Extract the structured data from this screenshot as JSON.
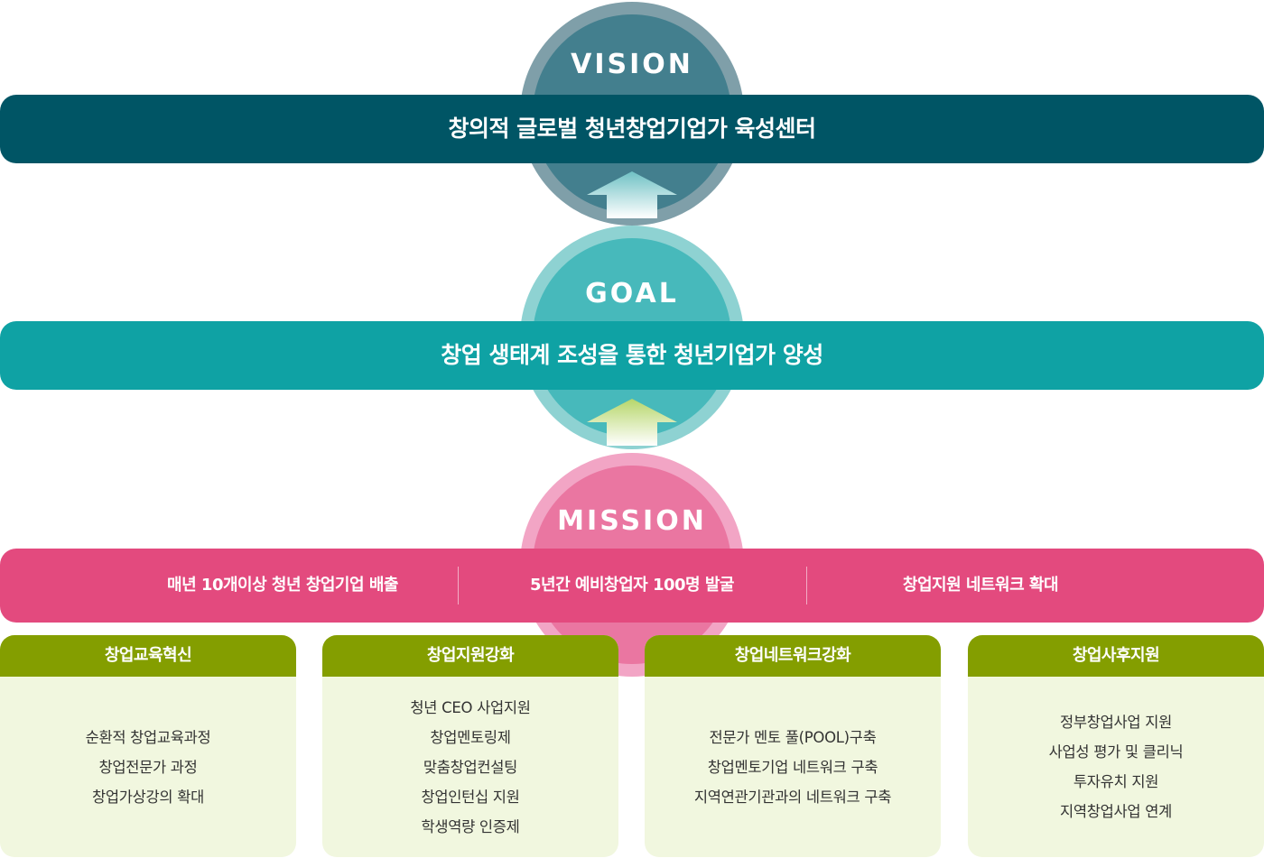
{
  "vision": {
    "label": "VISION",
    "title": "창의적 글로벌 청년창업기업가 육성센터",
    "colors": {
      "outer": "#7f9fa9",
      "inner": "#437f8e",
      "band": "#005565"
    }
  },
  "goal": {
    "label": "GOAL",
    "title": "창업 생태계 조성을 통한 청년기업가 양성",
    "colors": {
      "outer": "#8ed2d2",
      "inner": "#47b9bb",
      "band": "#0fa2a4"
    }
  },
  "mission": {
    "label": "MISSION",
    "colors": {
      "outer": "#f2a5c5",
      "inner": "#ea76a1",
      "band": "#e34a7e"
    },
    "items": [
      "매년 10개이상 청년 창업기업 배출",
      "5년간 예비창업자 100명 발굴",
      "창업지원 네트워크 확대"
    ]
  },
  "arrows": [
    {
      "name": "arrow-up-icon",
      "color": "#6fc1c4"
    },
    {
      "name": "arrow-up-icon",
      "color": "#b6d66a"
    }
  ],
  "columns": [
    {
      "title": "창업교육혁신",
      "items": [
        "순환적 창업교육과정",
        "창업전문가 과정",
        "창업가상강의 확대"
      ]
    },
    {
      "title": "창업지원강화",
      "items": [
        "청년 CEO 사업지원",
        "창업멘토링제",
        "맞춤창업컨설팅",
        "창업인턴십 지원",
        "학생역량 인증제"
      ]
    },
    {
      "title": "창업네트워크강화",
      "items": [
        "전문가 멘토 풀(POOL)구축",
        "창업멘토기업 네트워크 구축",
        "지역연관기관과의 네트워크 구축"
      ]
    },
    {
      "title": "창업사후지원",
      "items": [
        "정부창업사업 지원",
        "사업성 평가 및 클리닉",
        "투자유치 지원",
        "지역창업사업 연계"
      ]
    }
  ],
  "column_colors": {
    "head": "#849e00",
    "body": "#f1f7df"
  }
}
